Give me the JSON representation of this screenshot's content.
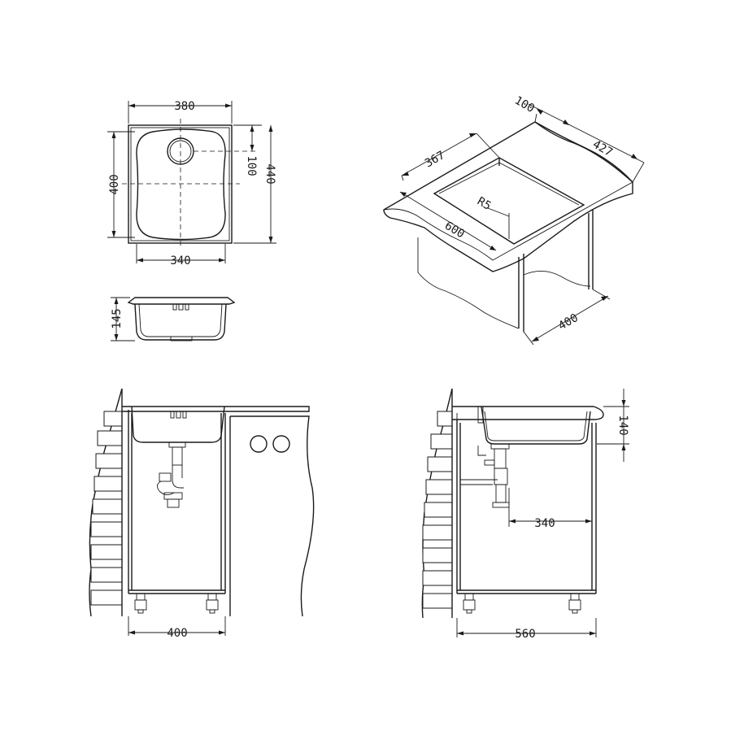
{
  "dimensions": {
    "top_view": {
      "overall_width": "380",
      "bowl_width": "340",
      "bowl_length": "400",
      "overall_length": "440",
      "drain_offset": "100"
    },
    "side_view": {
      "depth": "145"
    },
    "iso_view": {
      "edge": "100",
      "bowl_width": "367",
      "overall_width": "427",
      "overall_length": "600",
      "corner_radius": "R5",
      "cabinet_depth": "400"
    },
    "front_install": {
      "cabinet_width": "400"
    },
    "side_install": {
      "height": "140",
      "drain_distance": "340",
      "cabinet_depth": "560"
    }
  }
}
